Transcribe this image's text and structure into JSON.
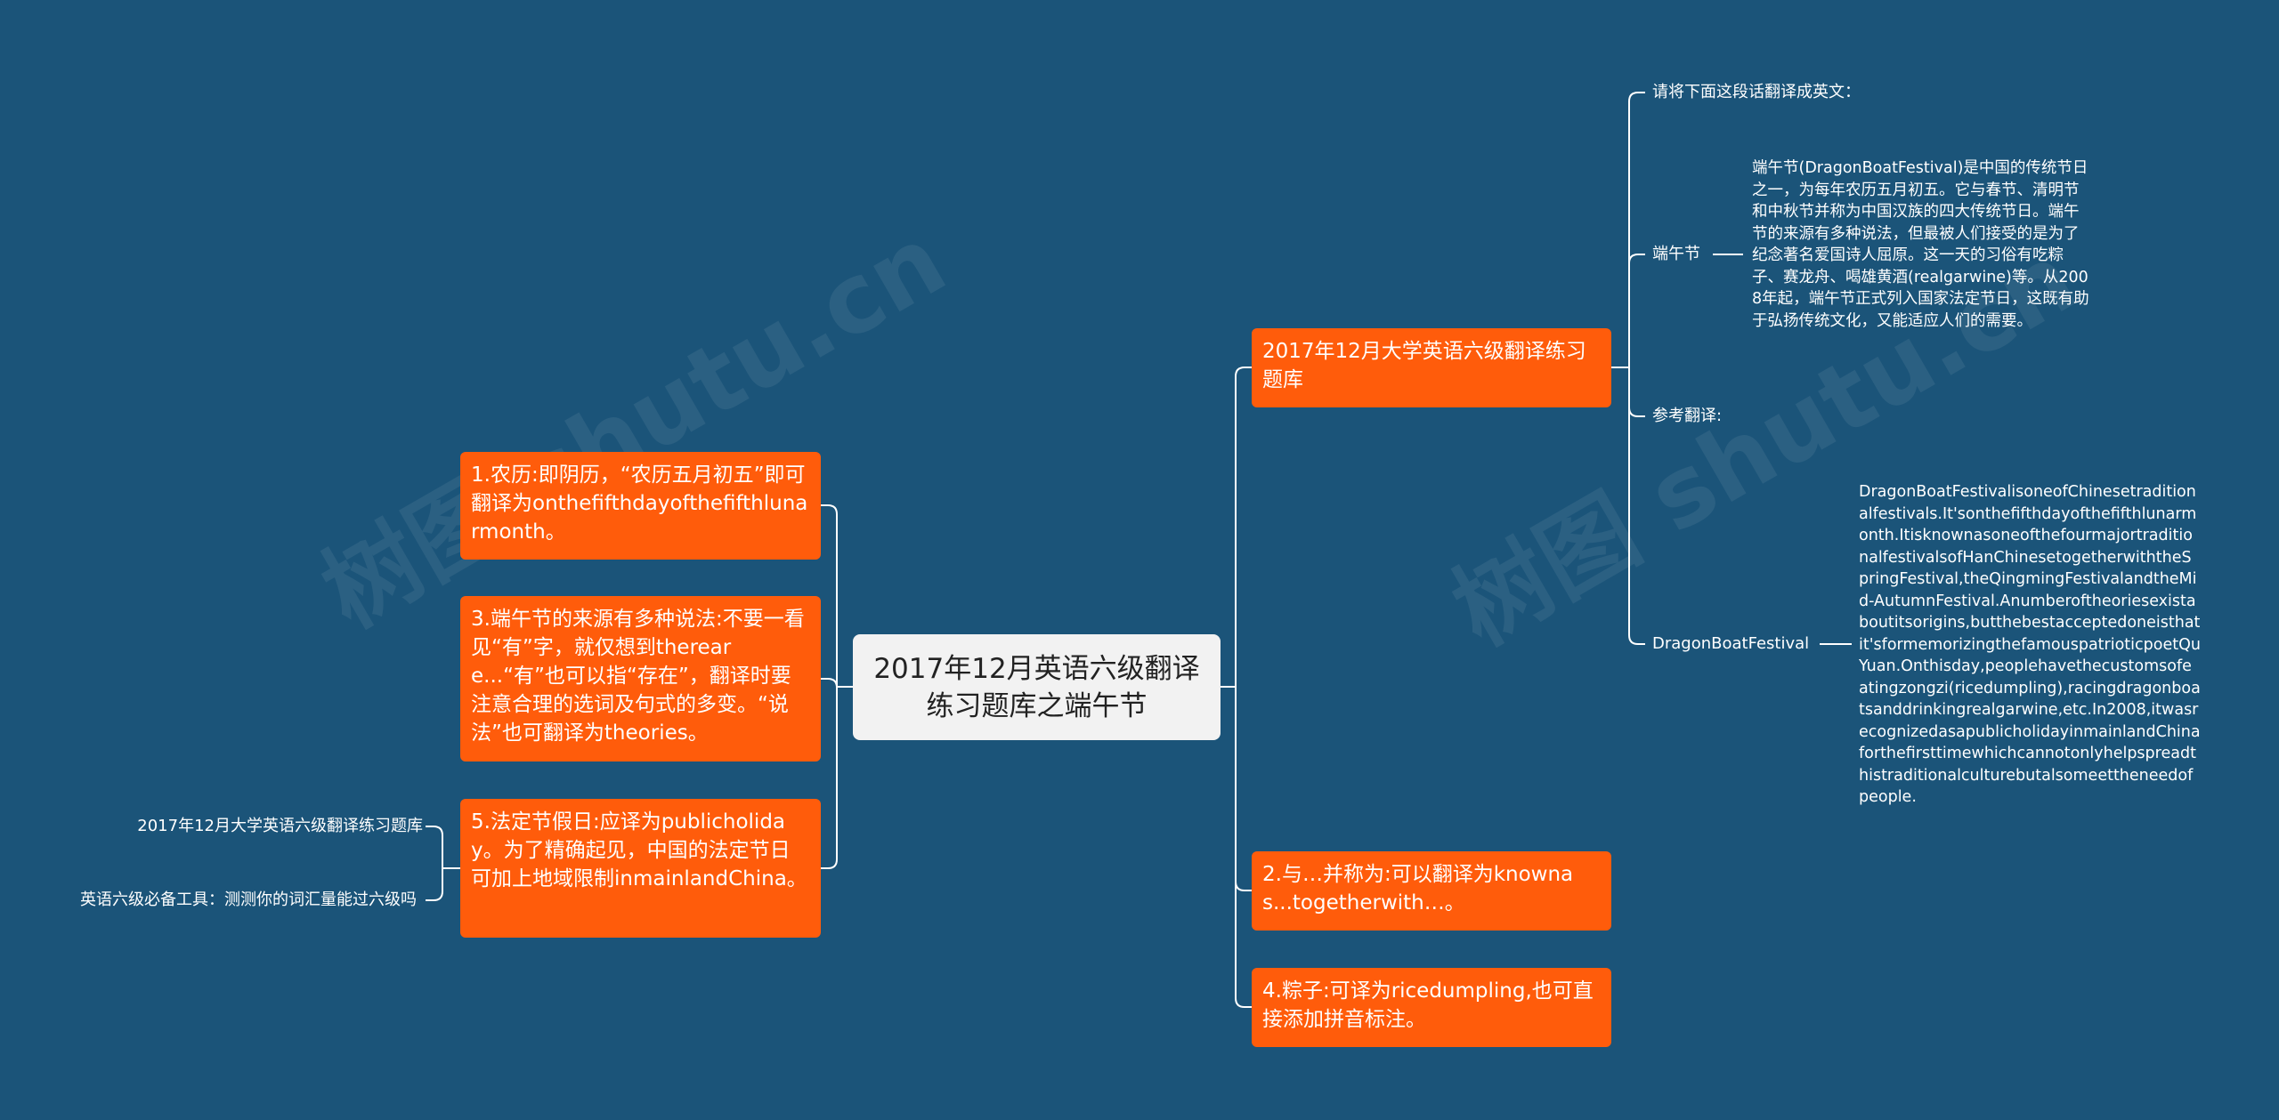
{
  "root": {
    "title": "2017年12月英语六级翻译练习题库之端午节"
  },
  "right": [
    {
      "label": "2017年12月大学英语六级翻译练习题库",
      "children": [
        {
          "label": "请将下面这段话翻译成英文："
        },
        {
          "label": "端午节",
          "detail": "端午节(DragonBoatFestival)是中国的传统节日之一，为每年农历五月初五。它与春节、清明节和中秋节并称为中国汉族的四大传统节日。端午节的来源有多种说法，但最被人们接受的是为了纪念著名爱国诗人屈原。这一天的习俗有吃粽子、赛龙舟、喝雄黄酒(realgarwine)等。从2008年起，端午节正式列入国家法定节日，这既有助于弘扬传统文化，又能适应人们的需要。"
        },
        {
          "label": "参考翻译:"
        },
        {
          "label": "DragonBoatFestival",
          "detail": "DragonBoatFestivalisoneofChinesetraditionalfestivals.It'sonthefifthdayofthefifthlunarmonth.ItisknownasoneofthefourmajortraditionalfestivalsofHanChinesetogetherwiththeSpringFestival,theQingmingFestivalandtheMid-AutumnFestival.Anumberoftheoriesexistaboutitsorigins,butthebestacceptedoneisthatit'sformemorizingthefamouspatrioticpoetQuYuan.Onthisday,peoplehavethecustomsofeatingzongzi(ricedumpling),racingdragonboatsanddrinkingrealgarwine,etc.In2008,itwasrecognizedasapublicholidayinmainlandChinaforthefirsttimewhichcannotonlyhelpspreadthistraditionalculturebutalsomeettheneedofpeople."
        }
      ]
    },
    {
      "label": "2.与…并称为:可以翻译为knownas...togetherwith…。"
    },
    {
      "label": "4.粽子:可译为ricedumpling,也可直接添加拼音标注。"
    }
  ],
  "left": [
    {
      "label": "1.农历:即阴历，“农历五月初五”即可翻译为onthefifthdayofthefifthlunarmonth。"
    },
    {
      "label": "3.端午节的来源有多种说法:不要一看见“有”字，就仅想到thereare...“有”也可以指“存在”，翻译时要注意合理的选词及句式的多变。“说法”也可翻译为theories。"
    },
    {
      "label": "5.法定节假日:应译为publicholiday。为了精确起见，中国的法定节日可加上地域限制inmainlandChina。",
      "children": [
        {
          "label": "2017年12月大学英语六级翻译练习题库"
        },
        {
          "label": "英语六级必备工具：测测你的词汇量能过六级吗"
        }
      ]
    }
  ],
  "watermark": {
    "text": "树图 shutu.cn"
  },
  "colors": {
    "background": "#1b5479",
    "branch": "#ff5c0b",
    "root": "#f2f2f2",
    "line": "#ffffff"
  }
}
